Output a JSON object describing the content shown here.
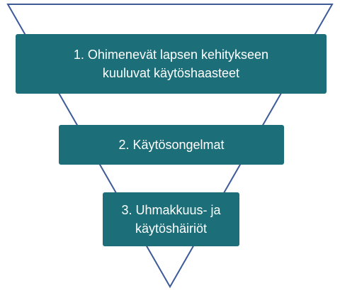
{
  "diagram": {
    "type": "inverted-pyramid",
    "colors": {
      "box_fill": "#1c6e78",
      "box_text": "#ffffff",
      "outline": "#3d5a99"
    },
    "levels": [
      {
        "label": "1. Ohimenevät lapsen kehitykseen\nkuuluvat käytöshaasteet"
      },
      {
        "label": "2. Käytösongelmat"
      },
      {
        "label": "3. Uhmakkuus- ja\nkäytöshäiriöt"
      }
    ]
  }
}
